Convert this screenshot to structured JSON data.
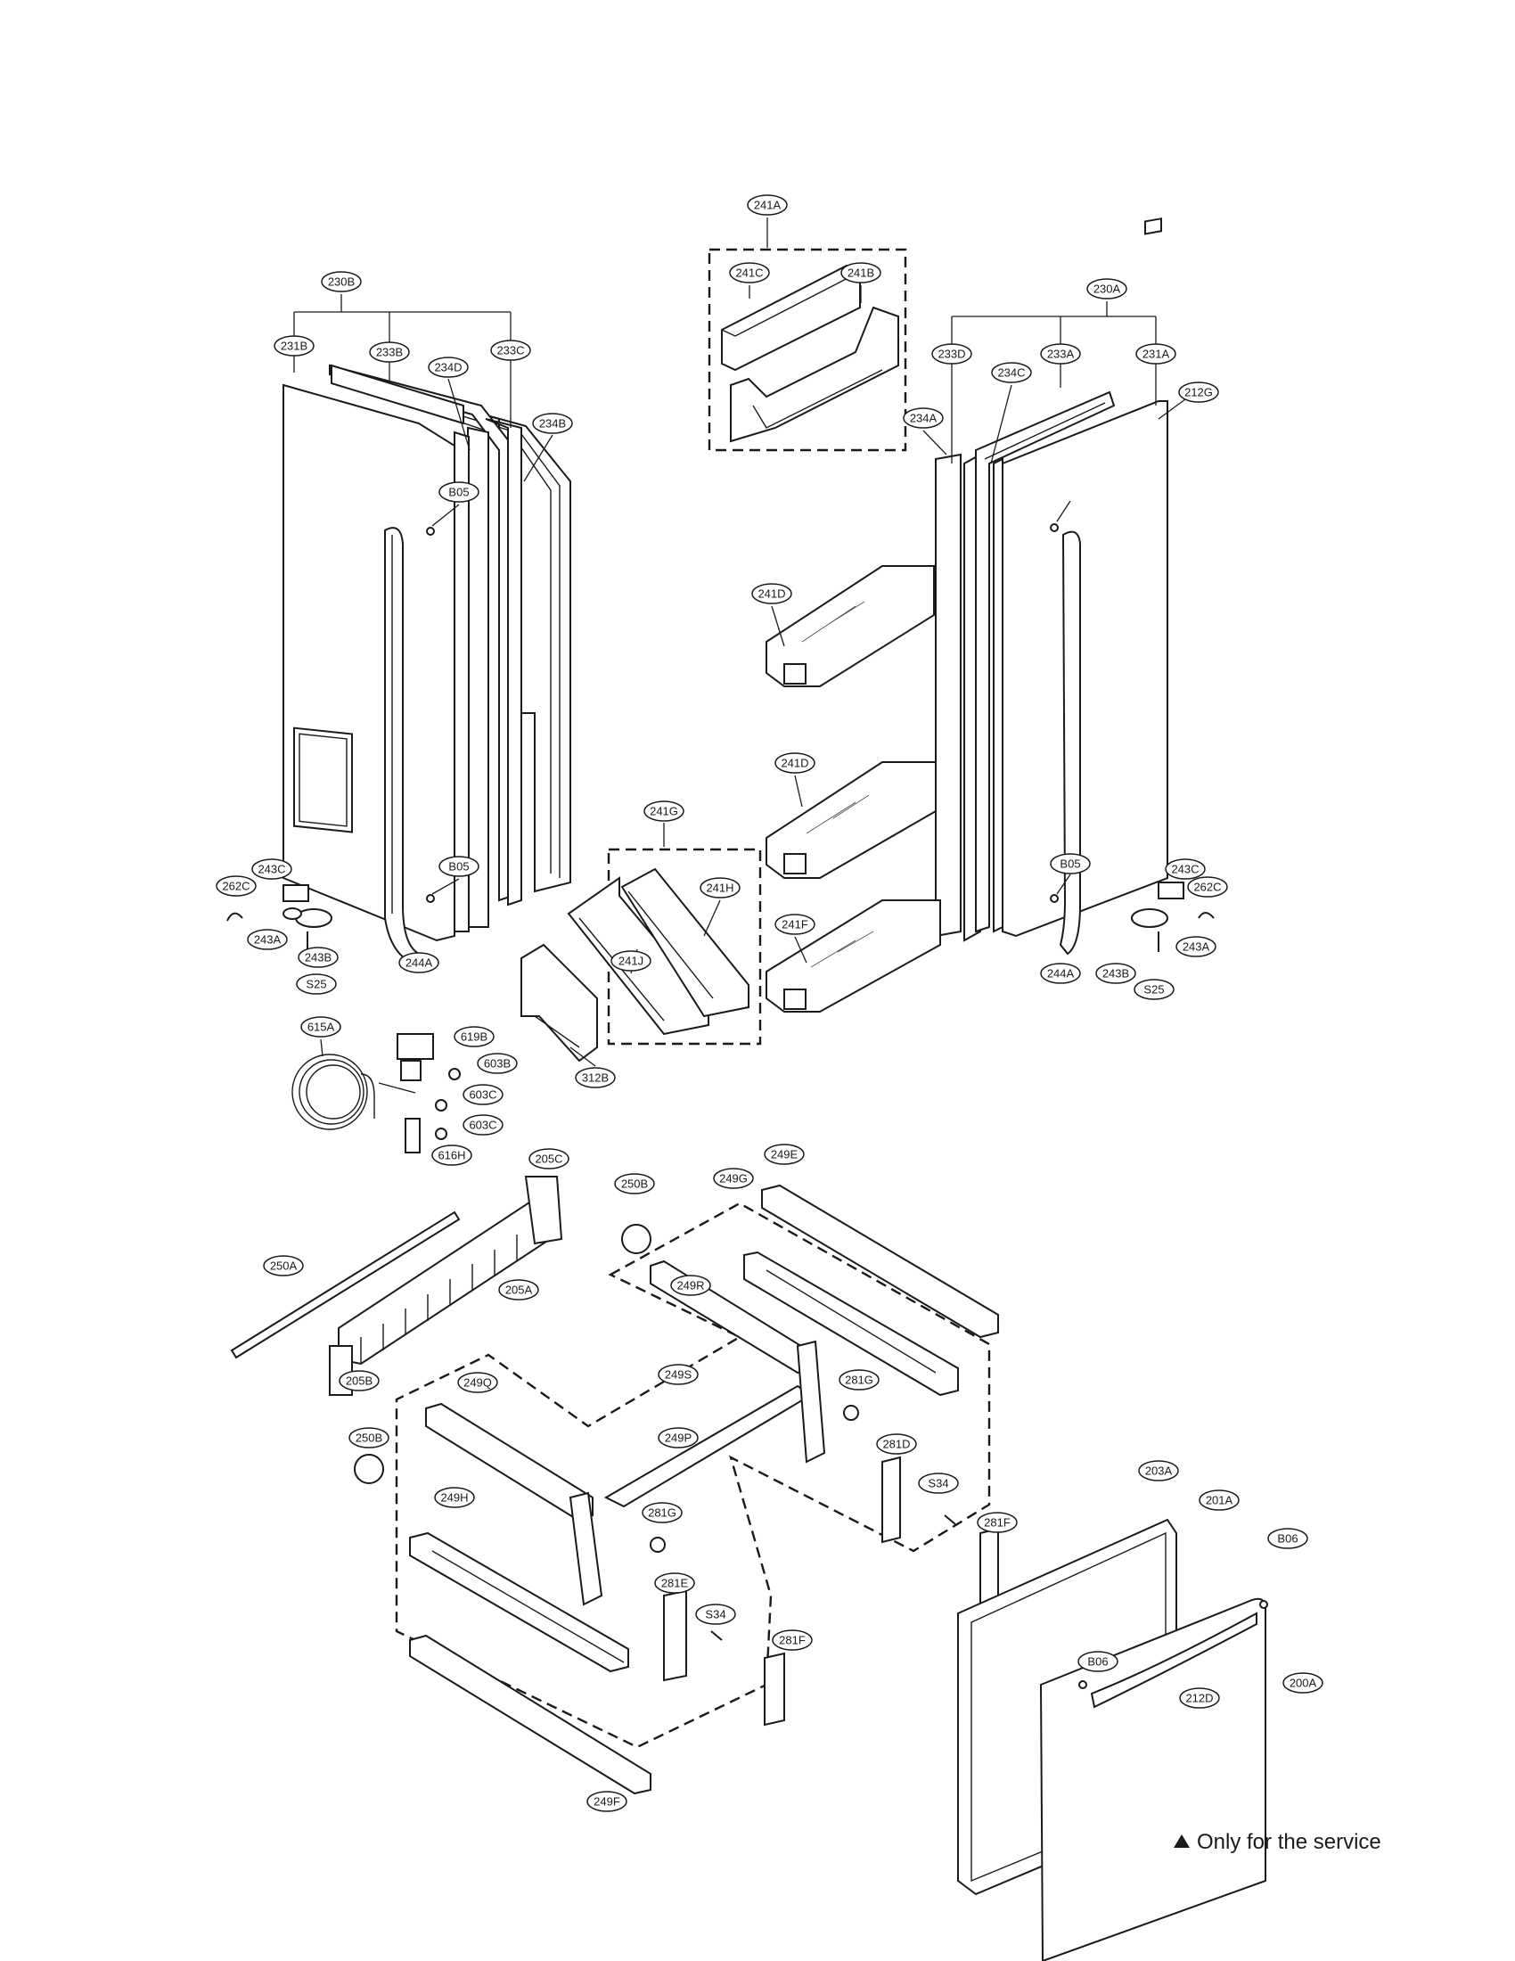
{
  "legend": {
    "symbol": "triangle-up-icon",
    "text": "Only for the service"
  },
  "callouts": [
    "241A",
    "241C",
    "241B",
    "230B",
    "230A",
    "231B",
    "233B",
    "234D",
    "233C",
    "233D",
    "233A",
    "231A",
    "234C",
    "212G",
    "234A",
    "234B",
    "B05",
    "B05",
    "241D",
    "241D",
    "241G",
    "241H",
    "241J",
    "241F",
    "B05",
    "243C",
    "262C",
    "243A",
    "243B",
    "S25",
    "244A",
    "243C",
    "262C",
    "243B",
    "243A",
    "S25",
    "244A",
    "615A",
    "619B",
    "603B",
    "603C",
    "603C",
    "616H",
    "312B",
    "205C",
    "250B",
    "249G",
    "249E",
    "250A",
    "205A",
    "249R",
    "205B",
    "249Q",
    "249S",
    "281G",
    "250B",
    "249P",
    "281D",
    "S34",
    "249H",
    "281G",
    "281F",
    "281E",
    "S34",
    "203A",
    "201A",
    "B06",
    "281F",
    "B06",
    "200A",
    "212D",
    "249F"
  ]
}
